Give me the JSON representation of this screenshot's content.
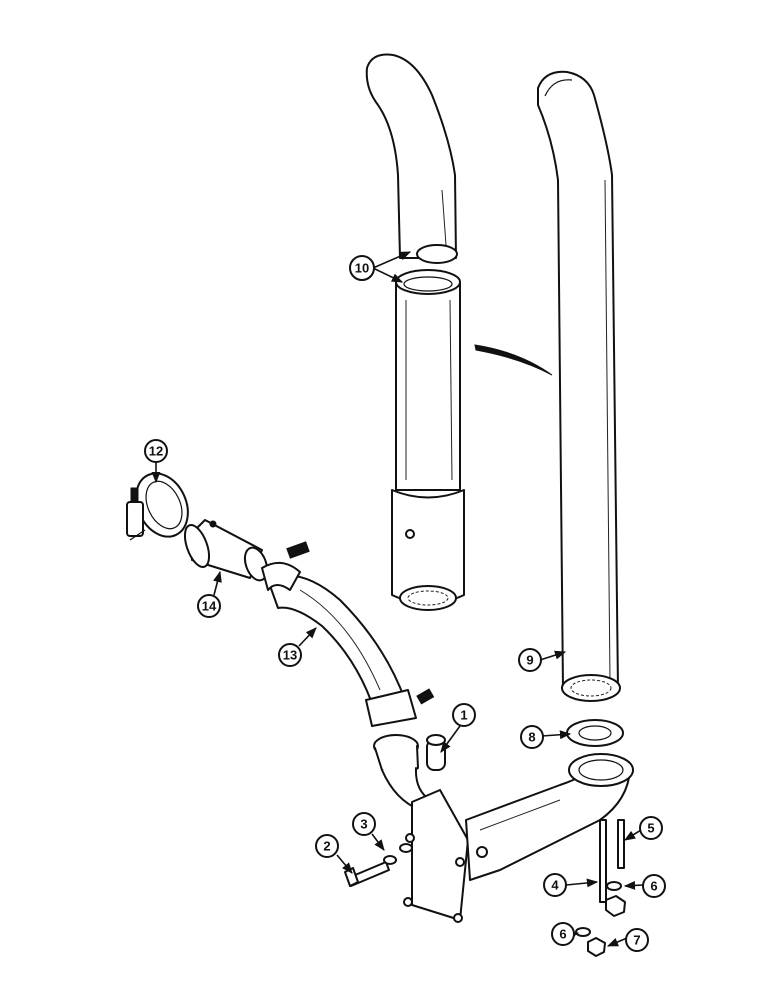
{
  "callouts": [
    {
      "id": "c1",
      "label": "1"
    },
    {
      "id": "c2",
      "label": "2"
    },
    {
      "id": "c3",
      "label": "3"
    },
    {
      "id": "c4",
      "label": "4"
    },
    {
      "id": "c5",
      "label": "5"
    },
    {
      "id": "c6a",
      "label": "6"
    },
    {
      "id": "c6b",
      "label": "6"
    },
    {
      "id": "c7",
      "label": "7"
    },
    {
      "id": "c8",
      "label": "8"
    },
    {
      "id": "c9",
      "label": "9"
    },
    {
      "id": "c10",
      "label": "10"
    },
    {
      "id": "c12",
      "label": "12"
    },
    {
      "id": "c13",
      "label": "13"
    },
    {
      "id": "c14",
      "label": "14"
    }
  ]
}
